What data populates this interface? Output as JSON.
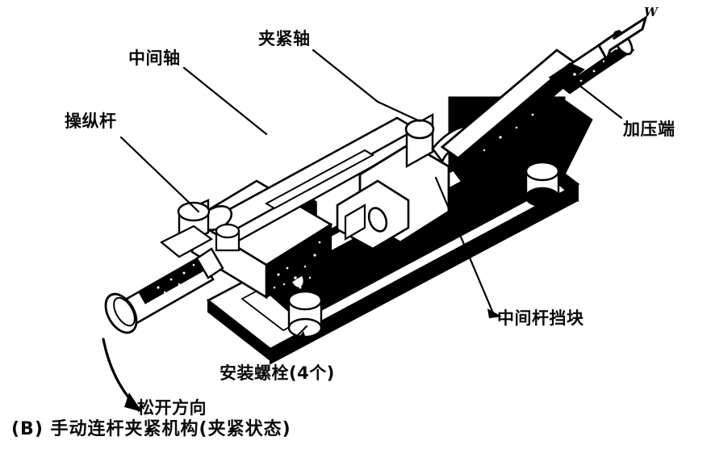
{
  "figure": {
    "caption": "(B) 手动连杆夹紧机构(夹紧状态)",
    "force_symbol": "W",
    "background_color": "#ffffff",
    "ink_color": "#000000",
    "labels": [
      {
        "id": "intermediate-shaft",
        "text": "中间轴"
      },
      {
        "id": "clamping-shaft",
        "text": "夹紧轴"
      },
      {
        "id": "operating-lever",
        "text": "操纵杆"
      },
      {
        "id": "pressurized-end",
        "text": "加压端"
      },
      {
        "id": "intermediate-rod-stop",
        "text": "中间杆挡块"
      },
      {
        "id": "mounting-bolts",
        "text": "安装螺栓(4个)"
      },
      {
        "id": "release-direction",
        "text": "松开方向"
      }
    ]
  }
}
